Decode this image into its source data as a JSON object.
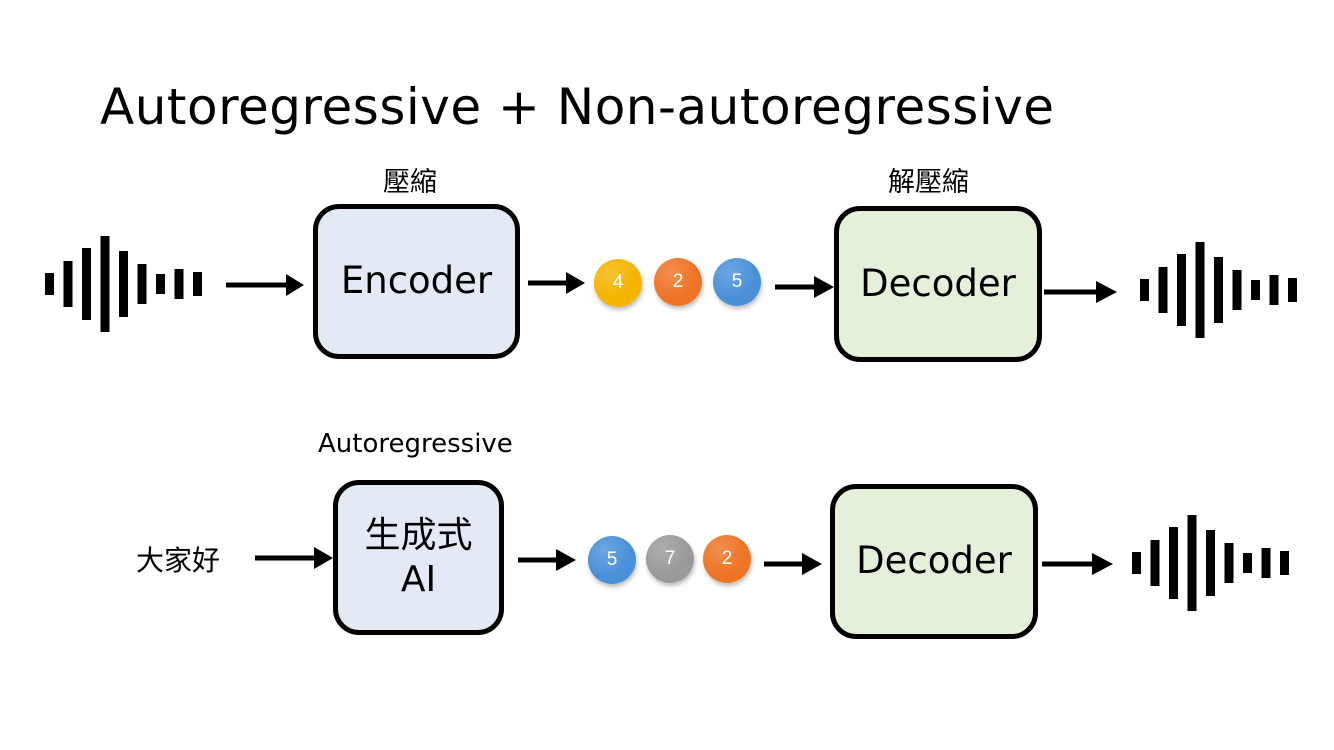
{
  "title": "Autoregressive + Non-autoregressive",
  "row1": {
    "compress_label": "壓縮",
    "decompress_label": "解壓縮",
    "encoder_label": "Encoder",
    "decoder_label": "Decoder",
    "tokens": [
      {
        "value": "4",
        "color": "#f5b400"
      },
      {
        "value": "2",
        "color": "#ee7425"
      },
      {
        "value": "5",
        "color": "#4a90d9"
      }
    ]
  },
  "row2": {
    "autoregressive_label": "Autoregressive",
    "input_text": "大家好",
    "generator_label": "生成式\nAI",
    "decoder_label": "Decoder",
    "tokens": [
      {
        "value": "5",
        "color": "#4a90d9"
      },
      {
        "value": "7",
        "color": "#9a9a9a"
      },
      {
        "value": "2",
        "color": "#ee7425"
      }
    ]
  },
  "icons": {
    "waveform": "sound-wave-icon",
    "arrow": "right-arrow-icon"
  },
  "colors": {
    "encoder_fill": "#e4eaf4",
    "decoder_fill": "#e5f0db"
  }
}
